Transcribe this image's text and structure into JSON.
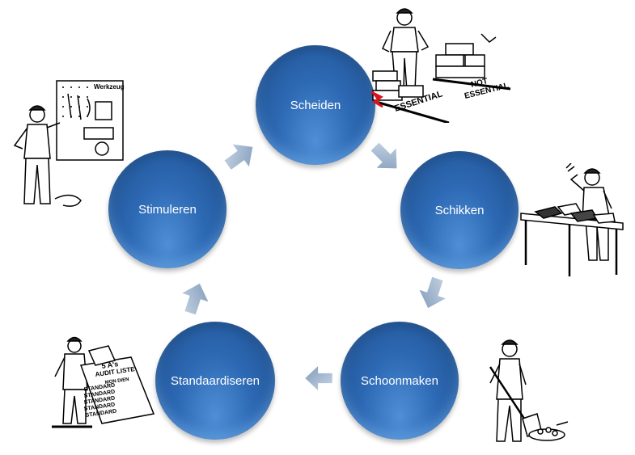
{
  "cycle": {
    "nodes": [
      {
        "id": "scheiden",
        "label": "Scheiden"
      },
      {
        "id": "schikken",
        "label": "Schikken"
      },
      {
        "id": "schoonmaken",
        "label": "Schoonmaken"
      },
      {
        "id": "standaardiseren",
        "label": "Standaardiseren"
      },
      {
        "id": "stimuleren",
        "label": "Stimuleren"
      }
    ],
    "colors": {
      "node": "#2d69b4",
      "node_light": "#4f8fd6",
      "arrow": "#9db3cf"
    }
  },
  "illustrations": {
    "scheiden": {
      "icon": "worker-sorting-boxes-icon",
      "labels": [
        "ESSENTIAL",
        "NOT",
        "ESSENTIAL"
      ]
    },
    "schikken": {
      "icon": "worker-at-workbench-icon"
    },
    "schoonmaken": {
      "icon": "worker-sweeping-icon"
    },
    "standaardiseren": {
      "icon": "worker-with-audit-list-icon",
      "labels": [
        "5 A's",
        "AUDIT LISTE",
        "MON  DIEN",
        "STANDARD",
        "STANDARD",
        "STANDARD",
        "STANDARD",
        "STANDARD"
      ]
    },
    "stimuleren": {
      "icon": "worker-at-tool-board-icon",
      "labels": [
        "Werkzeug"
      ]
    }
  }
}
